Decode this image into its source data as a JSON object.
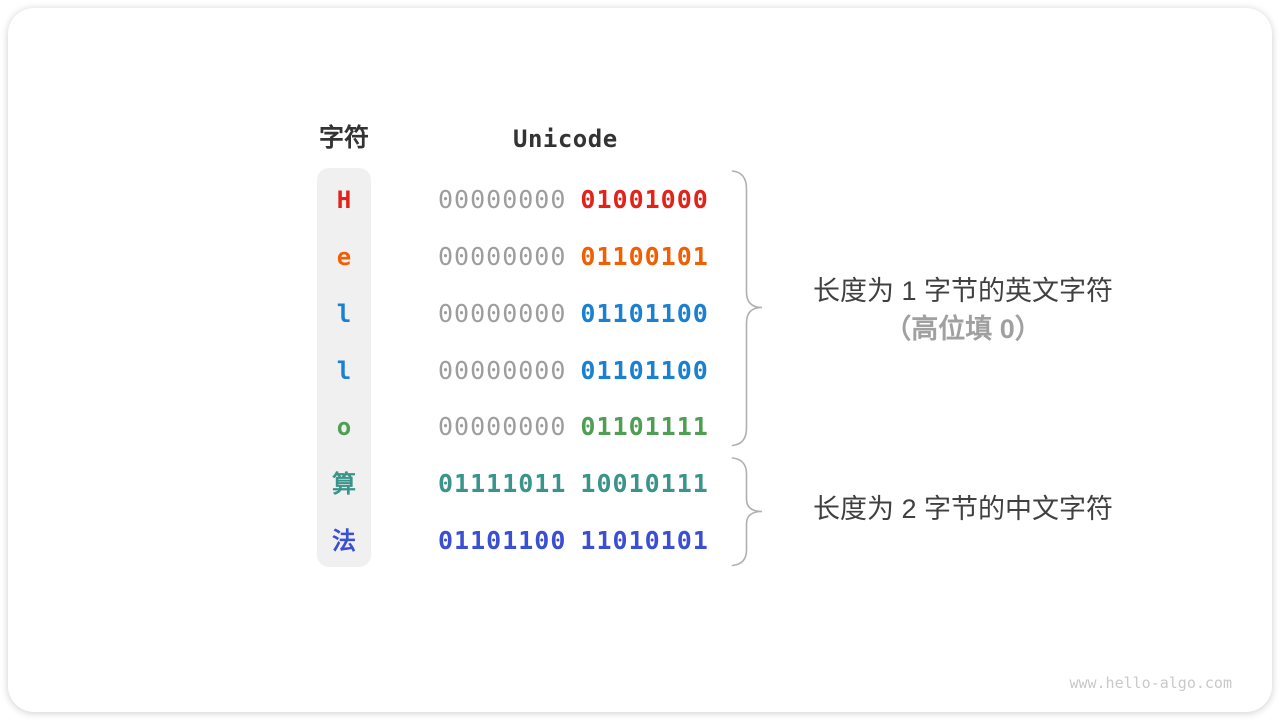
{
  "header": {
    "char_label": "字符",
    "unicode_label": "Unicode"
  },
  "rows": [
    {
      "char": "H",
      "char_color": "#e2231a",
      "byte1": "00000000",
      "byte1_color": "#9d9d9d",
      "byte2": "01001000",
      "byte2_color": "#e2231a"
    },
    {
      "char": "e",
      "char_color": "#ef5f04",
      "byte1": "00000000",
      "byte1_color": "#9d9d9d",
      "byte2": "01100101",
      "byte2_color": "#ef5f04"
    },
    {
      "char": "l",
      "char_color": "#1a80d1",
      "byte1": "00000000",
      "byte1_color": "#9d9d9d",
      "byte2": "01101100",
      "byte2_color": "#1a80d1"
    },
    {
      "char": "l",
      "char_color": "#1a80d1",
      "byte1": "00000000",
      "byte1_color": "#9d9d9d",
      "byte2": "01101100",
      "byte2_color": "#1a80d1"
    },
    {
      "char": "o",
      "char_color": "#4f9e53",
      "byte1": "00000000",
      "byte1_color": "#9d9d9d",
      "byte2": "01101111",
      "byte2_color": "#4f9e53"
    },
    {
      "char": "算",
      "char_color": "#3a9489",
      "byte1": "01111011",
      "byte1_color": "#3a9489",
      "byte2": "10010111",
      "byte2_color": "#3a9489"
    },
    {
      "char": "法",
      "char_color": "#3a4fd3",
      "byte1": "01101100",
      "byte1_color": "#3a4fd3",
      "byte2": "11010101",
      "byte2_color": "#3a4fd3"
    }
  ],
  "annotations": {
    "english_group": {
      "line1": "长度为 1 字节的英文字符",
      "line2": "（高位填 0）"
    },
    "chinese_group": {
      "line1": "长度为 2 字节的中文字符"
    }
  },
  "watermark": "www.hello-algo.com",
  "colors": {
    "byte_gray": "#9d9d9d",
    "header_text": "#333333",
    "label_dark": "#404040",
    "label_gray": "#a0a0a0",
    "brace": "#b0b0b0",
    "char_column_bg": "#f0f0f0"
  }
}
